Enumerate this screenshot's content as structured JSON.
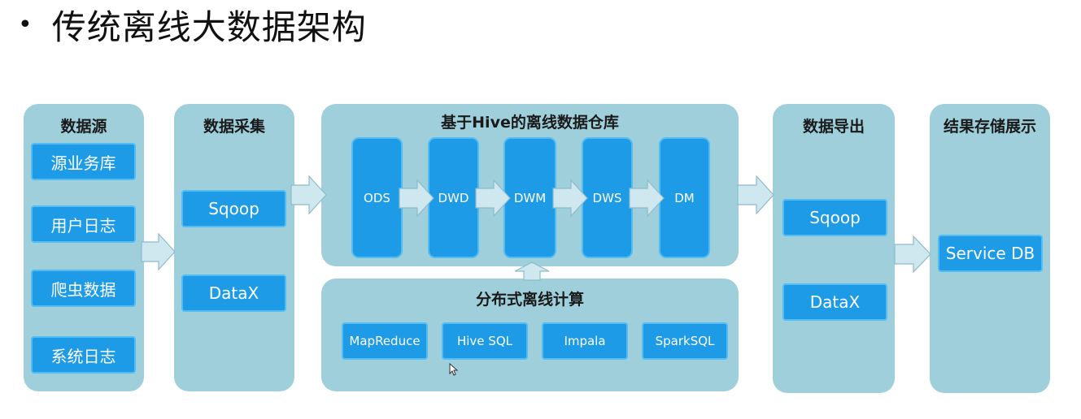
{
  "bullet": "•",
  "title": "传统离线大数据架构",
  "sources": {
    "title": "数据源",
    "items": [
      "源业务库",
      "用户日志",
      "爬虫数据",
      "系统日志"
    ]
  },
  "collect": {
    "title": "数据采集",
    "items": [
      "Sqoop",
      "DataX"
    ]
  },
  "warehouse": {
    "title": "基于Hive的离线数据仓库",
    "layers": [
      "ODS",
      "DWD",
      "DWM",
      "DWS",
      "DM"
    ]
  },
  "compute": {
    "title": "分布式离线计算",
    "items": [
      "MapReduce",
      "Hive SQL",
      "Impala",
      "SparkSQL"
    ]
  },
  "export": {
    "title": "数据导出",
    "items": [
      "Sqoop",
      "DataX"
    ]
  },
  "result": {
    "title": "结果存储展示",
    "items": [
      "Service DB"
    ]
  },
  "colors": {
    "panel": "#9ecfdb",
    "box": "#1e9be6",
    "box_border": "#53bdf3",
    "arrow": "#cfe7ee"
  }
}
